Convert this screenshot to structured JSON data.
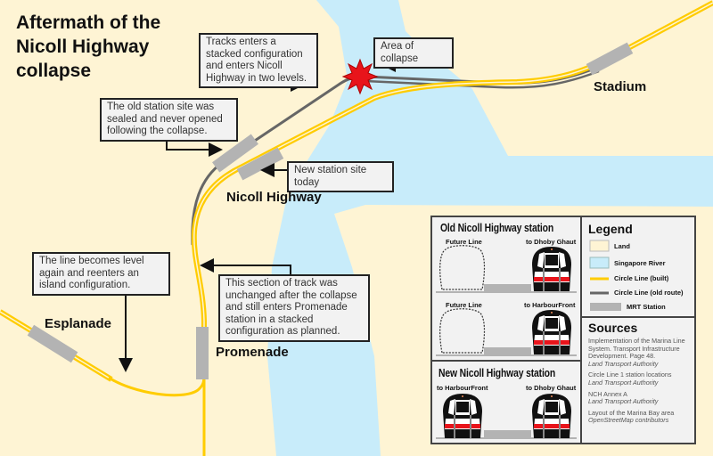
{
  "title": "Aftermath of the Nicoll Highway collapse",
  "colors": {
    "land": "#fef4d4",
    "river": "#c8ecfa",
    "circle_line_built": "#ffcc00",
    "circle_line_old": "#666666",
    "mrt_station": "#b3b3b3",
    "collapse": "#e8141b"
  },
  "callouts": {
    "stacked": "Tracks enters a stacked configuration and enters Nicoll Highway in two levels.",
    "collapse": "Area of collapse",
    "old_site": "The old station site was sealed and never opened following the collapse.",
    "new_site": "New station site today",
    "level": "The line becomes level again and reenters an island configuration.",
    "unchanged": "This section of track was unchanged after the collapse and still enters Promenade station in a stacked configuration as planned."
  },
  "stations": {
    "stadium": "Stadium",
    "nicoll": "Nicoll Highway",
    "esplanade": "Esplanade",
    "promenade": "Promenade"
  },
  "panel": {
    "old_title": "Old Nicoll Highway station",
    "old_row1": {
      "left": "Future Line",
      "right": "to Dhoby Ghaut"
    },
    "old_row2": {
      "left": "Future Line",
      "right": "to HarbourFront"
    },
    "new_title": "New Nicoll Highway station",
    "new_row": {
      "left": "to HarbourFront",
      "right": "to Dhoby Ghaut"
    }
  },
  "legend": {
    "title": "Legend",
    "items": [
      "Land",
      "Singapore River",
      "Circle Line (built)",
      "Circle Line (old route)",
      "MRT Station"
    ]
  },
  "sources": {
    "title": "Sources",
    "items": [
      {
        "text": "Implementation of the Marina Line System. Transport Infrastructure Development. Page 48.",
        "author": "Land Transport Authority"
      },
      {
        "text": "Circle Line 1 station locations",
        "author": "Land Transport Authority"
      },
      {
        "text": "NCH Annex A",
        "author": "Land Transport Authority"
      },
      {
        "text": "Layout of the Marina Bay area",
        "author": "OpenStreetMap contributors"
      }
    ]
  }
}
